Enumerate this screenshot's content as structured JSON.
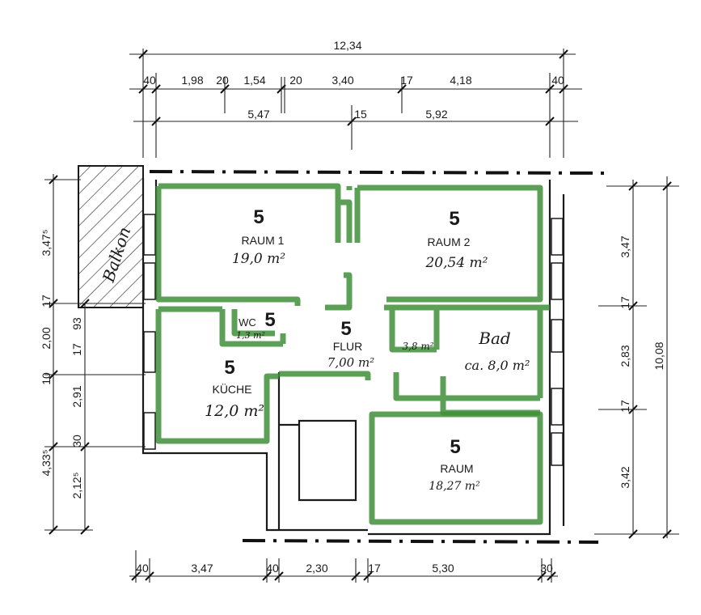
{
  "dimensions_top": {
    "total": "12,34",
    "row1": [
      "40",
      "1,98",
      "20",
      "1,54",
      "20",
      "3,40",
      "17",
      "4,18",
      "40"
    ],
    "row2": [
      "5,47",
      "15",
      "5,92"
    ]
  },
  "dimensions_bottom": [
    "40",
    "3,47",
    "40",
    "2,30",
    "17",
    "5,30",
    "30"
  ],
  "dimensions_left": [
    "3,47⁵",
    "17",
    "2,00",
    "93",
    "17",
    "10",
    "2,91",
    "4,33⁵",
    "30",
    "2,12⁵"
  ],
  "dimensions_right": {
    "segments": [
      "3,47",
      "17",
      "2,83",
      "17",
      "3,42"
    ],
    "total": "10,08"
  },
  "balcony": {
    "label": "Balkon"
  },
  "rooms": {
    "raum1": {
      "number": "5",
      "name": "RAUM 1",
      "area": "19,0 m²"
    },
    "raum2": {
      "number": "5",
      "name": "RAUM 2",
      "area": "20,54 m²"
    },
    "wc": {
      "number": "5",
      "name": "WC",
      "area": "1,3 m²"
    },
    "flur": {
      "number": "5",
      "name": "FLUR",
      "area": "7,00 m²"
    },
    "abst": {
      "area": "3,8 m²"
    },
    "bad": {
      "name": "Bad",
      "area": "ca. 8,0 m²"
    },
    "kueche": {
      "number": "5",
      "name": "KÜCHE",
      "area": "12,0 m²"
    },
    "raum3": {
      "number": "5",
      "name": "RAUM",
      "area": "18,27 m²"
    }
  }
}
